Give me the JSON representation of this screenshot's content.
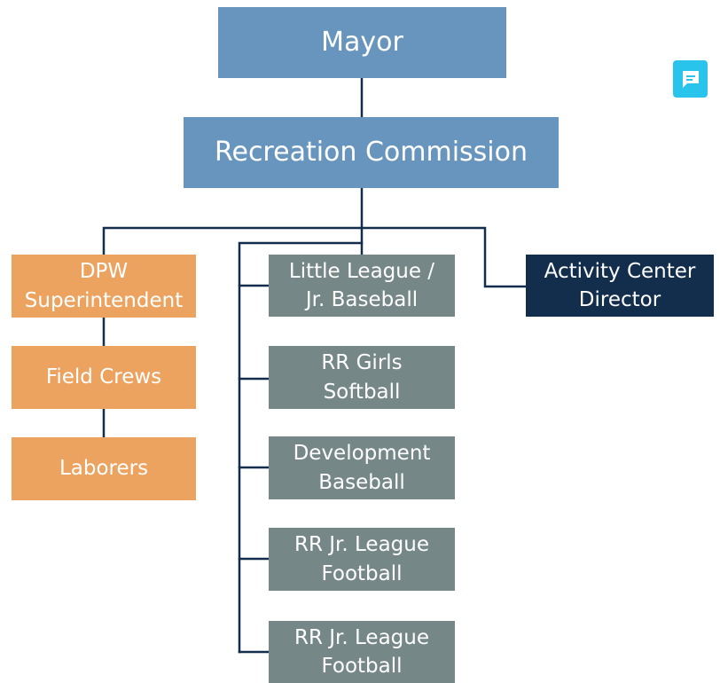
{
  "colors": {
    "top_box": "#6895be",
    "dpw_branch": "#eba35f",
    "league_branch": "#768788",
    "activity_center": "#132d4d",
    "connector": "#132d4d",
    "comment_icon": "#29c4ec"
  },
  "chart": {
    "mayor": "Mayor",
    "commission": "Recreation Commission",
    "dpw_branch": {
      "superintendent": [
        "DPW",
        "Superintendent"
      ],
      "field_crews": "Field Crews",
      "laborers": "Laborers"
    },
    "league_branch": [
      [
        "Little League /",
        "Jr. Baseball"
      ],
      [
        "RR Girls",
        "Softball"
      ],
      [
        "Development",
        "Baseball"
      ],
      [
        "RR Jr. League",
        "Football"
      ],
      [
        "RR Jr. League",
        "Football"
      ]
    ],
    "activity_center": [
      "Activity Center",
      "Director"
    ]
  },
  "toolbar": {
    "comment_icon": "comment-icon"
  }
}
